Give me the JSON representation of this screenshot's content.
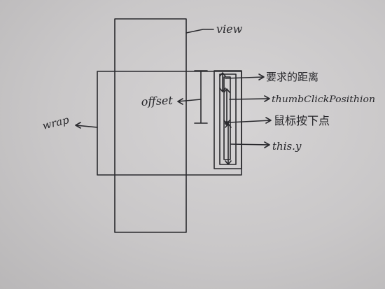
{
  "diagram": {
    "labels": {
      "view": "view",
      "wrap": "wrap",
      "offset": "offset",
      "distance": "要求的距离",
      "thumb_click": "thumbClickPosithion",
      "mouse_down": "鼠标按下点",
      "this_y": "this.y"
    }
  }
}
